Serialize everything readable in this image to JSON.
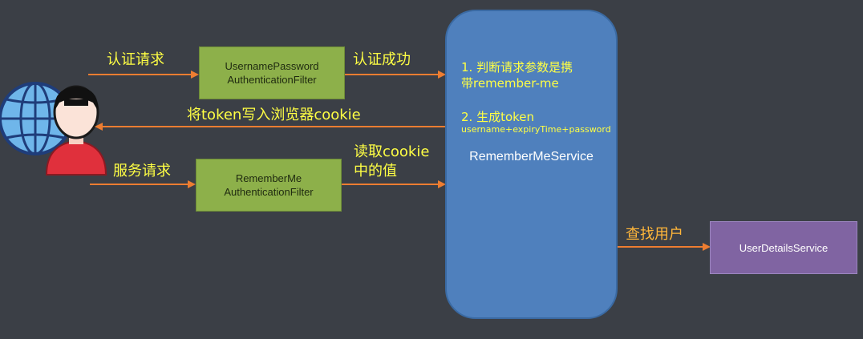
{
  "nodes": {
    "username_filter": {
      "line1": "UsernamePassword",
      "line2": "AuthenticationFilter"
    },
    "remember_filter": {
      "line1": "RememberMe",
      "line2": "AuthenticationFilter"
    },
    "remember_service": {
      "step1_line1": "1. 判断请求参数是携",
      "step1_line2": "带remember-me",
      "step2": "2.  生成token",
      "step2_detail": "username+expiryTime+password",
      "name": "RememberMeService"
    },
    "user_details_service": {
      "label": "UserDetailsService"
    }
  },
  "edges": {
    "auth_request": "认证请求",
    "auth_success": "认证成功",
    "write_cookie": "将token写入浏览器cookie",
    "service_request": "服务请求",
    "read_cookie_line1": "读取cookie",
    "read_cookie_line2": "中的值",
    "find_user": "查找用户"
  },
  "colors": {
    "background": "#3b3f46",
    "arrow": "#ed7d31",
    "label": "#ffff44",
    "filter_box": "#8db04a",
    "service_box": "#4f80bd",
    "user_details_box": "#8064a2"
  },
  "icons": [
    "globe-icon",
    "user-icon"
  ]
}
